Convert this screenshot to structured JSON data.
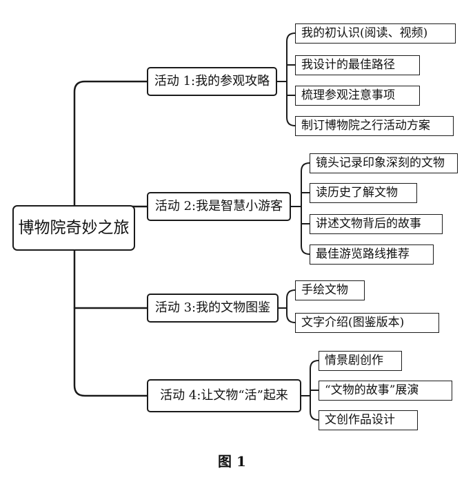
{
  "root": "博物院奇妙之旅",
  "activities": [
    {
      "label": "活动 1:我的参观攻略",
      "items": [
        "我的初认识(阅读、视频)",
        "我设计的最佳路径",
        "梳理参观注意事项",
        "制订博物院之行活动方案"
      ]
    },
    {
      "label": "活动 2:我是智慧小游客",
      "items": [
        "镜头记录印象深刻的文物",
        "读历史了解文物",
        "讲述文物背后的故事",
        "最佳游览路线推荐"
      ]
    },
    {
      "label": "活动 3:我的文物图鉴",
      "items": [
        "手绘文物",
        "文字介绍(图鉴版本)"
      ]
    },
    {
      "label": "活动 4:让文物“活”起来",
      "items": [
        "情景剧创作",
        "“文物的故事”展演",
        "文创作品设计"
      ]
    }
  ],
  "caption": "图 1"
}
